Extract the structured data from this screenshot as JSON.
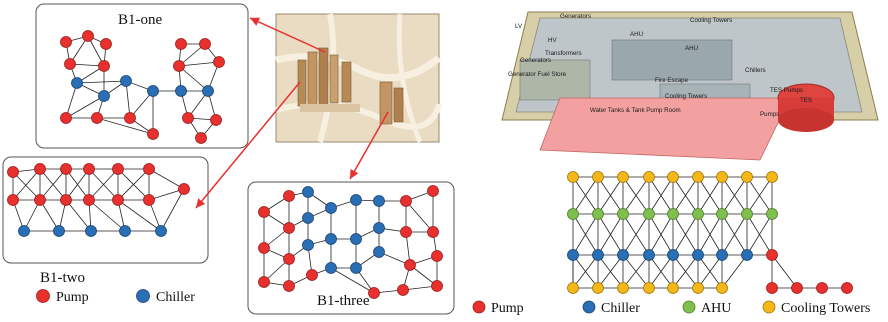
{
  "panels": {
    "b1_one": {
      "label": "B1-one"
    },
    "b1_two": {
      "label": "B1-two"
    },
    "b1_three": {
      "label": "B1-three"
    }
  },
  "legend_left": [
    {
      "label": "Pump",
      "color": "#e8312f"
    },
    {
      "label": "Chiller",
      "color": "#2a6fb5"
    }
  ],
  "legend_right": [
    {
      "label": "Pump",
      "color": "#e8312f"
    },
    {
      "label": "Chiller",
      "color": "#2a6fb5"
    },
    {
      "label": "AHU",
      "color": "#7fbf4e"
    },
    {
      "label": "Cooling Towers",
      "color": "#f5b617"
    }
  ],
  "plant_labels": [
    "Generators",
    "LV",
    "HV",
    "Transformers",
    "AHU",
    "Cooling Towers",
    "AHU",
    "Chillers",
    "Fire Escape",
    "Cooling Towers",
    "TES Pumps",
    "TES",
    "Pumps",
    "Generators",
    "Generator Fuel Store",
    "Water Tanks & Tank Pump Room"
  ],
  "colors": {
    "pump": "#e8312f",
    "chiller": "#2a6fb5",
    "ahu": "#7fbf4e",
    "cooling_tower": "#f5b617",
    "arrow": "#e8312f"
  }
}
